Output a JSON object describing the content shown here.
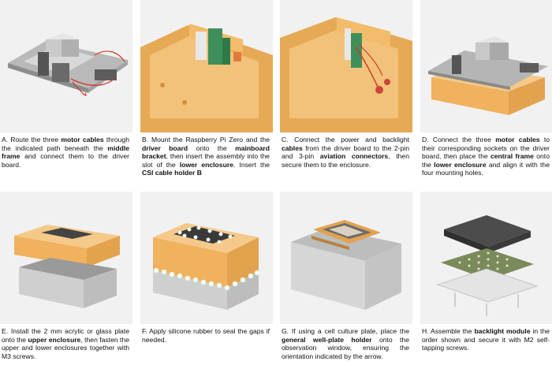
{
  "steps": [
    {
      "id": "A",
      "parts": [
        [
          "n",
          "A. Route the three "
        ],
        [
          "b",
          "motor cables"
        ],
        [
          "n",
          " through the indicated path beneath the "
        ],
        [
          "b",
          "middle frame"
        ],
        [
          "n",
          " and connect them to the driver board."
        ]
      ]
    },
    {
      "id": "B",
      "parts": [
        [
          "n",
          "B. Mount the Raspberry Pi Zero and the "
        ],
        [
          "b",
          "driver board"
        ],
        [
          "n",
          " onto the "
        ],
        [
          "b",
          "mainboard bracket"
        ],
        [
          "n",
          ", then insert the assembly into the slot of the "
        ],
        [
          "b",
          "lower enclosure"
        ],
        [
          "n",
          ". Insert the "
        ],
        [
          "b",
          "CSI cable holder B"
        ]
      ]
    },
    {
      "id": "C",
      "parts": [
        [
          "n",
          "C. Connect the power and backlight "
        ],
        [
          "b",
          "cables"
        ],
        [
          "n",
          " from the driver board to the 2-pin and 3-pin "
        ],
        [
          "b",
          "aviation connectors"
        ],
        [
          "n",
          ", then secure them to the enclosure."
        ]
      ]
    },
    {
      "id": "D",
      "parts": [
        [
          "n",
          "D. Connect the three "
        ],
        [
          "b",
          "motor cables"
        ],
        [
          "n",
          " to their corresponding sockets on the driver board, then place the "
        ],
        [
          "b",
          "central frame"
        ],
        [
          "n",
          " onto the "
        ],
        [
          "b",
          "lower enclosure"
        ],
        [
          "n",
          " and align it with the four mounting holes."
        ]
      ]
    },
    {
      "id": "E",
      "parts": [
        [
          "n",
          "E. Install the 2 mm acrylic or glass plate onto the "
        ],
        [
          "b",
          "upper enclosure"
        ],
        [
          "n",
          ", then fasten the upper and lower enclosures together with M3 screws."
        ]
      ]
    },
    {
      "id": "F",
      "parts": [
        [
          "n",
          "F. Apply silicone rubber to seal the gaps if needed."
        ]
      ]
    },
    {
      "id": "G",
      "parts": [
        [
          "n",
          "G. If using a cell culture plate, place the "
        ],
        [
          "b",
          "general well-plate holder"
        ],
        [
          "n",
          " onto the observation window, ensuring the orientation indicated by the arrow."
        ]
      ]
    },
    {
      "id": "H",
      "parts": [
        [
          "n",
          "H. Assemble the "
        ],
        [
          "b",
          "backlight module"
        ],
        [
          "n",
          " in the order shown and secure it with M2 self-tapping screws."
        ]
      ]
    }
  ],
  "colors": {
    "panel_bg": "#f1f1f1",
    "enclosure_orange": "#f0b25e",
    "enclosure_gray": "#cfcfcf",
    "cable_red": "#d23a2a",
    "board_green": "#3f8f5a",
    "led_white": "#f6fff8"
  }
}
